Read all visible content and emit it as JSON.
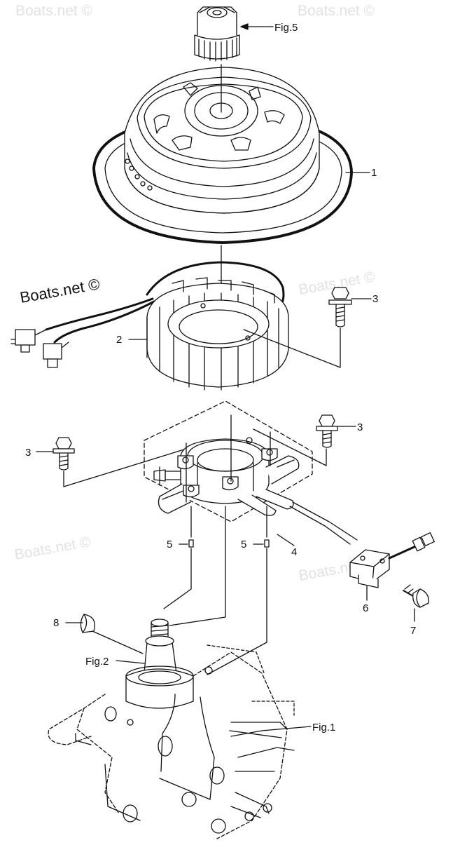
{
  "diagram": {
    "watermarks": {
      "main": "Boats.net ©",
      "faint": "Boats.net ©"
    },
    "labels": {
      "fig5": "Fig.5",
      "fig2": "Fig.2",
      "fig1": "Fig.1",
      "part1": "1",
      "part2": "2",
      "part3a": "3",
      "part3b": "3",
      "part3c": "3",
      "part4": "4",
      "part5a": "5",
      "part5b": "5",
      "part6": "6",
      "part7": "7",
      "part8": "8"
    },
    "colors": {
      "ink": "#111111",
      "watermark": "#e2e2e2",
      "background": "#ffffff"
    }
  }
}
